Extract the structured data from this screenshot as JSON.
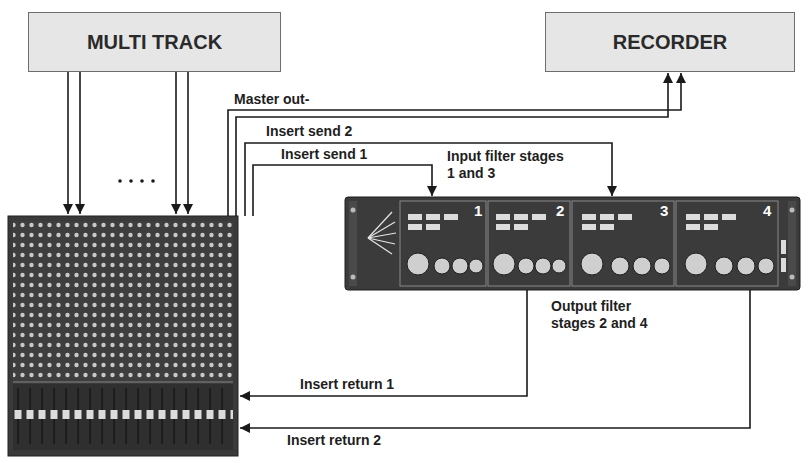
{
  "diagram": {
    "nodes": [
      {
        "text": [
          "MULTI TRACK"
        ]
      },
      {
        "text": [
          "RECORDER"
        ]
      }
    ],
    "labels": [
      "Master out-",
      "Insert send 2",
      "Insert send 1",
      "Input filter stages 1 and 3",
      "Output filter stages 2 and 4",
      "Insert return 1",
      "Insert return 2",
      "1",
      "2",
      "3",
      "4"
    ]
  }
}
